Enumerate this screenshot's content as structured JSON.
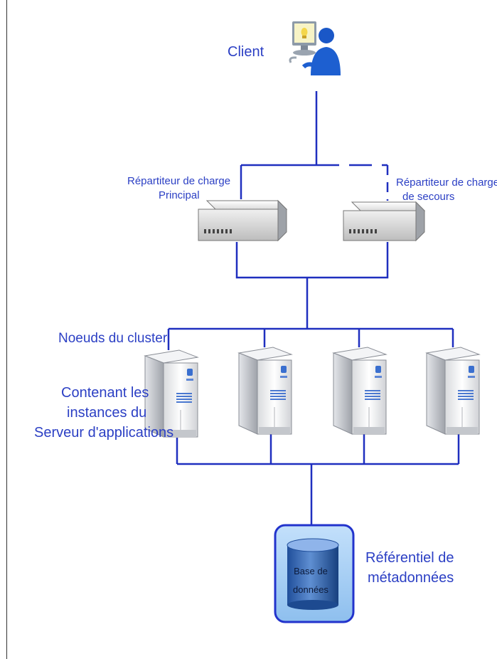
{
  "labels": {
    "client": "Client",
    "lb_primary_line1": "Répartiteur de charge",
    "lb_primary_line2": "Principal",
    "lb_backup_line1": "Répartiteur de charge",
    "lb_backup_line2": "de secours",
    "cluster_nodes": "Noeuds du cluster",
    "contains_line1": "Contenant les",
    "contains_line2": "instances du",
    "contains_line3": "Serveur d'applications",
    "db_line1": "Base de",
    "db_line2": "données",
    "repo_line1": "Référentiel de",
    "repo_line2": "métadonnées"
  },
  "colors": {
    "line": "#1f2fbf",
    "label": "#2b3fc4",
    "db_frame": "#2233cc",
    "db_fill": "#9cc8f0"
  },
  "icons": [
    "client-user-icon",
    "load-balancer-primary-icon",
    "load-balancer-backup-icon",
    "server-tower-icon",
    "database-cylinder-icon"
  ]
}
